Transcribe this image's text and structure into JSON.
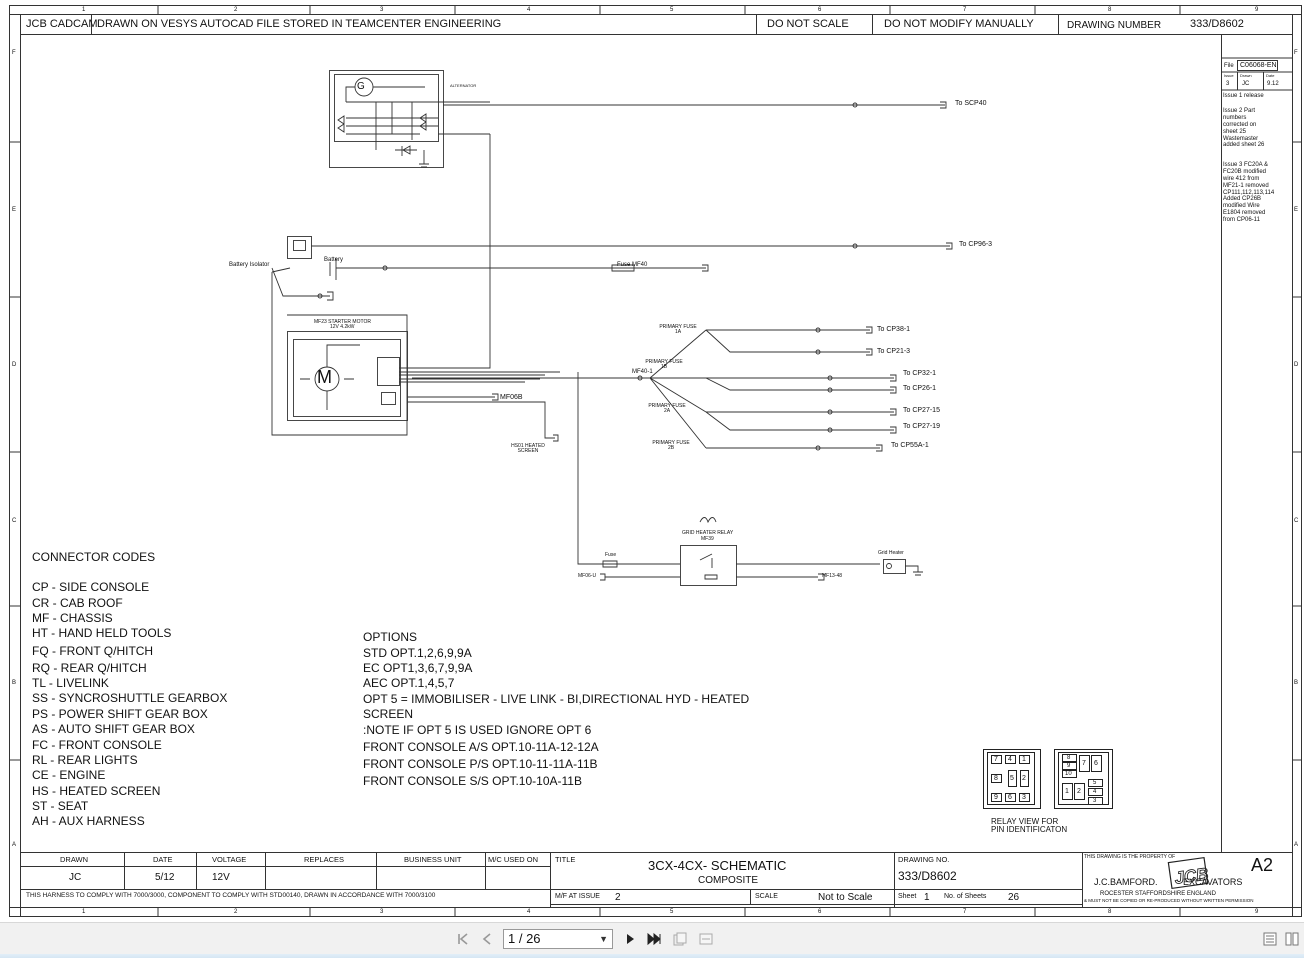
{
  "header": {
    "company": "JCB CADCAM",
    "note": "DRAWN ON VESYS AUTOCAD FILE STORED IN TEAMCENTER ENGINEERING",
    "do_not_scale": "DO NOT SCALE",
    "do_not_modify": "DO NOT MODIFY MANUALLY",
    "drawing_number_label": "DRAWING NUMBER",
    "drawing_number": "333/D8602"
  },
  "grid": {
    "columns": [
      "1",
      "2",
      "3",
      "4",
      "5",
      "6",
      "7",
      "8",
      "9"
    ],
    "rows": [
      "F",
      "E",
      "D",
      "C",
      "B",
      "A"
    ]
  },
  "revision": {
    "file_label": "File",
    "file_value": "C06068-EN",
    "issue_label": "Issue",
    "drawn_label": "Drawn",
    "date_label": "Date",
    "issue_value": "3",
    "drawn_value": "JC",
    "date_value": "9.12",
    "issue1": "Issue 1 release",
    "issue2": "Issue 2 Part numbers corrected on sheet 25 Wastemaster added sheet 26",
    "issue3": "Issue 3 FC20A & FC20B modified wire 412 from MF21-1 removed CP111,112,113,114 Added CP26B modified Wire E1804 removed from CP06-11"
  },
  "schematic": {
    "alternator": "ALTERNATOR",
    "g_symbol": "G",
    "m_symbol": "M",
    "to_scp40": "To SCP40",
    "to_cp96": "To CP96-3",
    "battery_isolator": "Battery Isolator",
    "battery": "Battery",
    "fuse_mf40": "Fuse MF40",
    "starter_motor": "MF23 STARTER MOTOR",
    "starter_rating": "12V 4.2kW",
    "primary_fuse_1a": "PRIMARY FUSE 1A",
    "primary_fuse_1b": "PRIMARY FUSE 1B",
    "primary_fuse_2a": "PRIMARY FUSE 2A",
    "primary_fuse_2b": "PRIMARY FUSE 2B",
    "mf06b": "MF06B",
    "heated_screen": "HS01 HEATED SCREEN",
    "grid_heater_relay": "GRID HEATER RELAY",
    "mf39": "MF39",
    "fuse": "Fuse",
    "mf06u": "MF06-U",
    "mf13_48": "MF13-48",
    "grid_heater": "Grid Heater",
    "mf40_1": "MF40-1",
    "targets": [
      "To CP38-1",
      "To CP21-3",
      "To CP32-1",
      "To CP26-1",
      "To CP27-15",
      "To CP27-19",
      "To CP55A-1"
    ]
  },
  "connector_codes": {
    "title": "CONNECTOR CODES",
    "items": [
      "CP - SIDE CONSOLE",
      "CR - CAB ROOF",
      "MF - CHASSIS",
      "HT - HAND HELD TOOLS",
      "FQ - FRONT Q/HITCH",
      "RQ - REAR Q/HITCH",
      "TL - LIVELINK",
      "SS - SYNCROSHUTTLE GEARBOX",
      "PS - POWER SHIFT GEAR BOX",
      "AS - AUTO SHIFT GEAR BOX",
      "FC - FRONT CONSOLE",
      "RL - REAR LIGHTS",
      "CE - ENGINE",
      "HS - HEATED SCREEN",
      "ST - SEAT",
      "AH - AUX HARNESS"
    ]
  },
  "options": {
    "title": "OPTIONS",
    "lines": [
      "STD OPT.1,2,6,9,9A",
      "EC  OPT1,3,6,7,9,9A",
      "AEC OPT.1,4,5,7",
      "OPT 5 = IMMOBILISER - LIVE LINK - BI,DIRECTIONAL HYD - HEATED",
      "SCREEN",
      ":NOTE IF OPT 5 IS USED IGNORE OPT 6",
      "FRONT CONSOLE A/S OPT.10-11A-12-12A",
      "FRONT CONSOLE P/S OPT.10-11-11A-11B",
      "FRONT CONSOLE S/S OPT.10-10A-11B"
    ]
  },
  "relay_view": {
    "caption": "RELAY VIEW FOR PIN IDENTIFICATON",
    "left_pins": [
      "7",
      "4",
      "1",
      "8",
      "5",
      "2",
      "9",
      "6",
      "3"
    ],
    "right_pins": [
      "8",
      "9",
      "10",
      "7",
      "6",
      "1",
      "2",
      "5",
      "4",
      "3"
    ]
  },
  "title_block": {
    "drawn_label": "DRAWN",
    "date_label": "DATE",
    "voltage_label": "VOLTAGE",
    "replaces_label": "REPLACES",
    "business_unit_label": "BUSINESS UNIT",
    "mc_used_on_label": "M/C USED ON",
    "title_label": "TITLE",
    "drawn_value": "JC",
    "date_value": "5/12",
    "voltage_value": "12V",
    "title_line1": "3CX-4CX- SCHEMATIC",
    "title_line2": "COMPOSITE",
    "drawing_no_label": "DRAWING NO.",
    "drawing_no": "333/D8602",
    "property_note": "THIS DRAWING IS THE PROPERTY OF",
    "company_name": "J.C.BAMFORD.",
    "company_suffix": "EXCAVATORS",
    "address": "ROCESTER     STAFFORDSHIRE     ENGLAND",
    "copy_note": "& MUST NOT BE COPIED OR RE-PRODUCED WITHOUT WRITTEN PERMISSION",
    "sheet_size": "A2",
    "compliance": "THIS HARNESS TO COMPLY WITH 7000/3000, COMPONENT TO COMPLY WITH STD00140, DRAWN IN ACCORDANCE WITH 7000/3100",
    "mf_at_issue_label": "M/F AT ISSUE",
    "mf_at_issue_value": "2",
    "scale_label": "SCALE",
    "scale_value": "Not to Scale",
    "sheet_label": "Sheet",
    "sheet_value": "1",
    "no_sheets_label": "No. of Sheets",
    "no_sheets_value": "26",
    "jcb_logo": "JCB"
  },
  "viewer": {
    "page_indicator": "1 / 26",
    "colors": {
      "toolbar_bg": "#f1f1f1",
      "accent": "#d5e6f3"
    }
  }
}
